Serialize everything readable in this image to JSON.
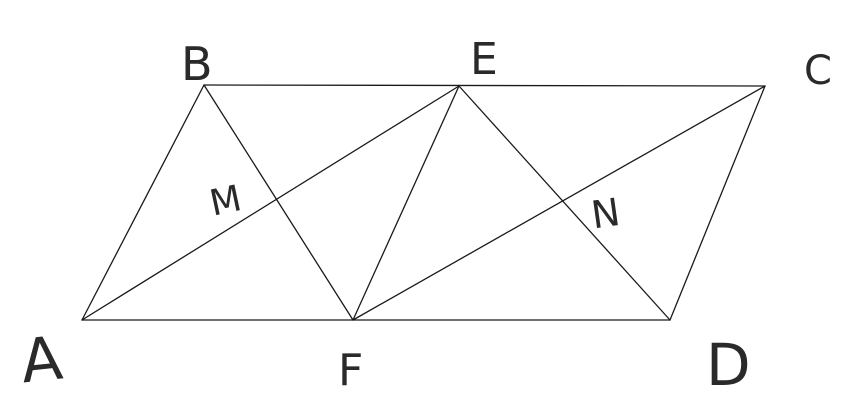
{
  "diagram": {
    "labels": {
      "A": "A",
      "B": "B",
      "C": "C",
      "D": "D",
      "E": "E",
      "F": "F",
      "M": "M",
      "N": "N"
    },
    "colors": {
      "stroke": "#1a1a1a",
      "text": "#2a2a2a",
      "background": "#ffffff"
    }
  }
}
